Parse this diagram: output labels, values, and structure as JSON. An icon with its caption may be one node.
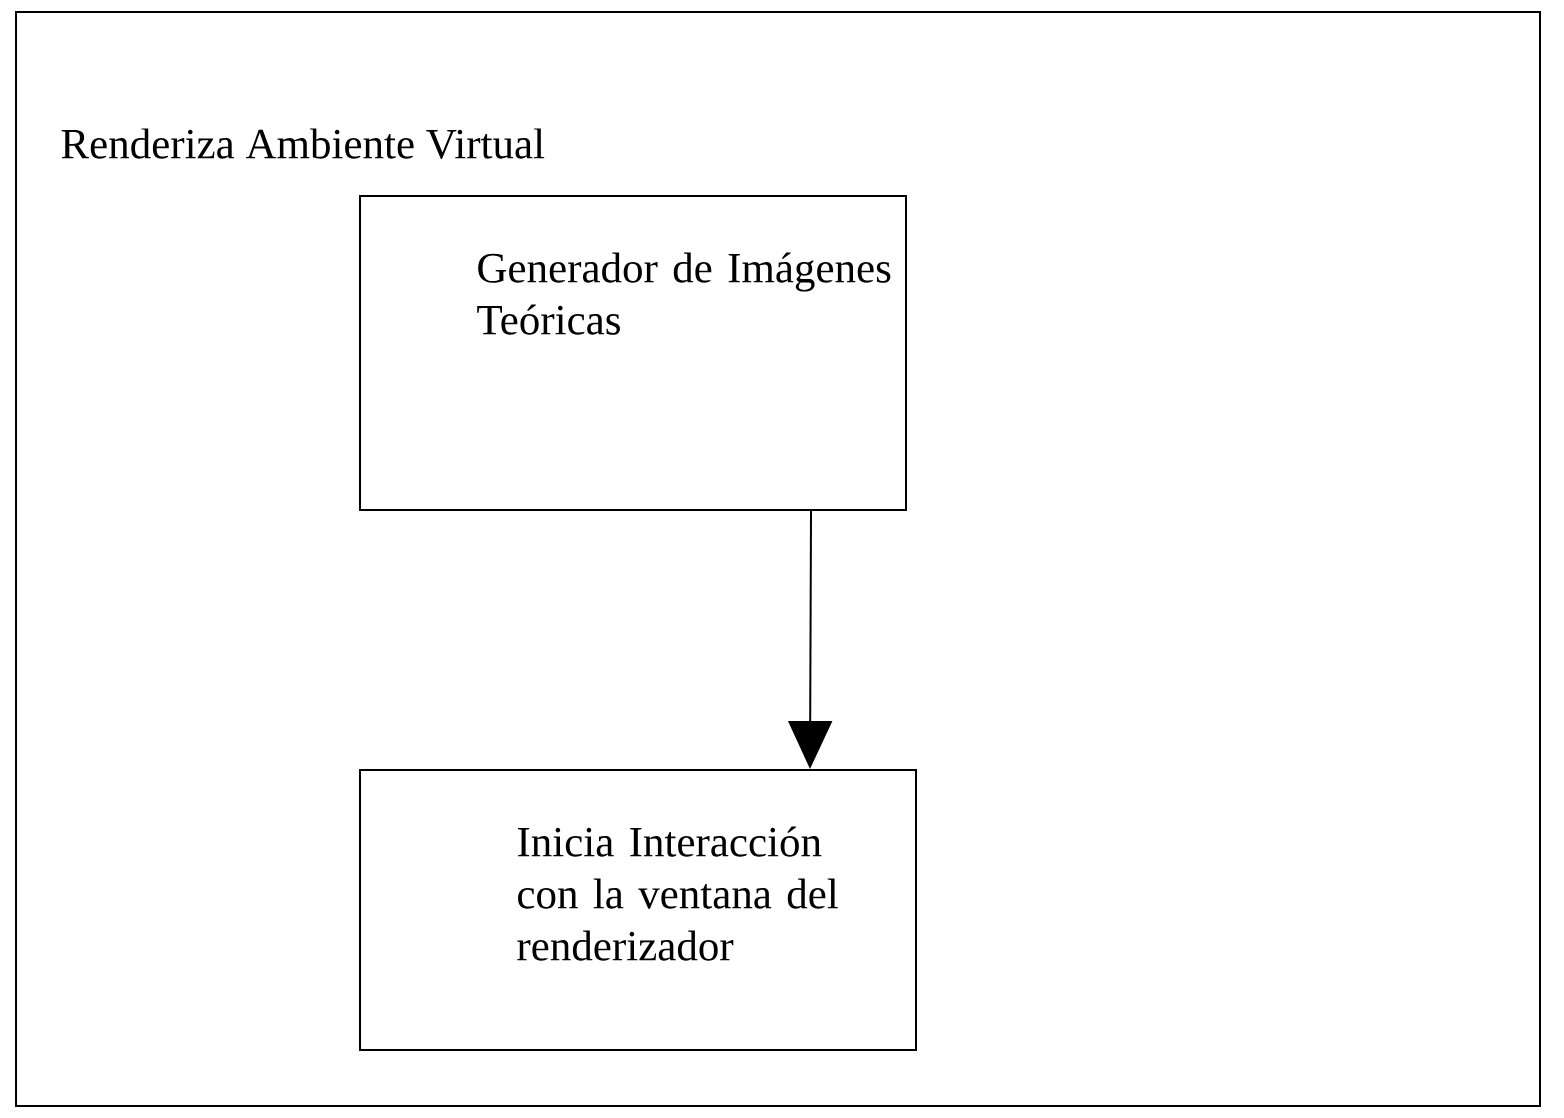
{
  "diagram": {
    "nodes": [
      {
        "text": [
          "Renderiza Ambiente Virtual"
        ]
      },
      {
        "text": [
          "Generador de Imágenes Teóricas"
        ],
        "in": 0
      },
      {
        "text": [
          "Inicia Interacción con la ventana del renderizador"
        ],
        "in": 0
      }
    ],
    "edges": [
      {
        "from": 1,
        "to": 2,
        "arrow": "to"
      }
    ]
  }
}
